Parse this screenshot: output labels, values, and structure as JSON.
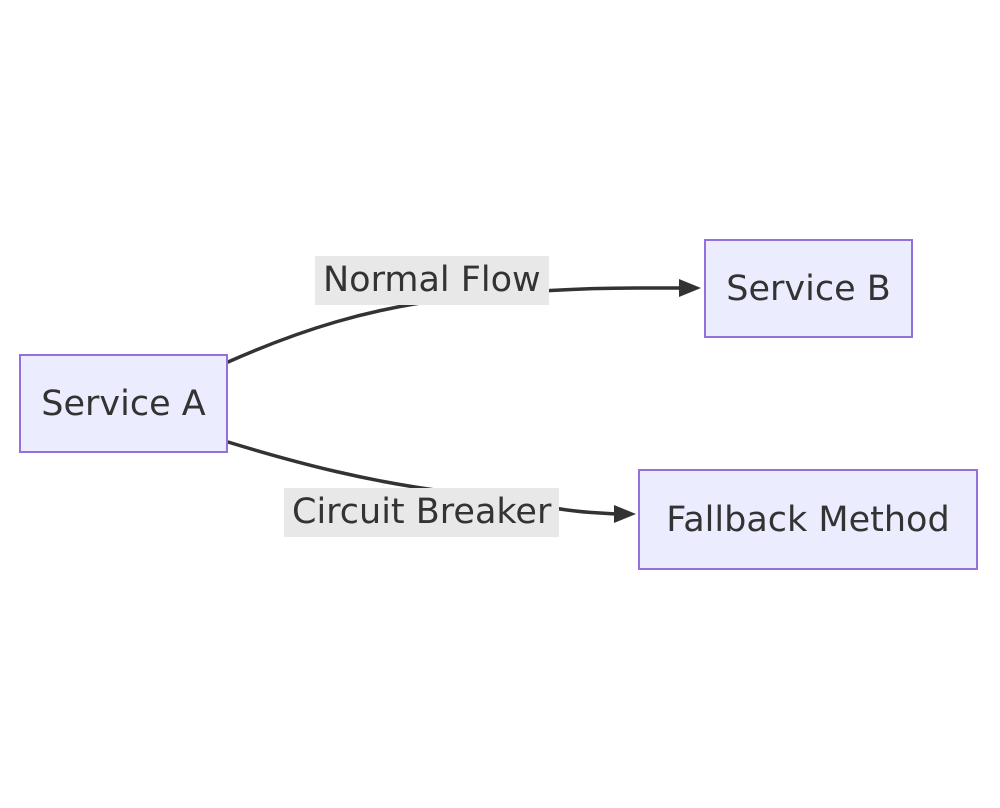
{
  "diagram": {
    "type": "flowchart",
    "direction": "left-to-right",
    "nodes": [
      {
        "id": "service-a",
        "label": "Service A"
      },
      {
        "id": "service-b",
        "label": "Service B"
      },
      {
        "id": "fallback-method",
        "label": "Fallback Method"
      }
    ],
    "edges": [
      {
        "from": "Service A",
        "to": "Service B",
        "label": "Normal Flow"
      },
      {
        "from": "Service A",
        "to": "Fallback Method",
        "label": "Circuit Breaker"
      }
    ],
    "colors": {
      "background": "#ffffff",
      "node_fill": "#ECECFF",
      "node_border": "#9370DB",
      "edge_stroke": "#333333",
      "edge_label_background": "#e8e8e8",
      "text": "#333333"
    }
  }
}
